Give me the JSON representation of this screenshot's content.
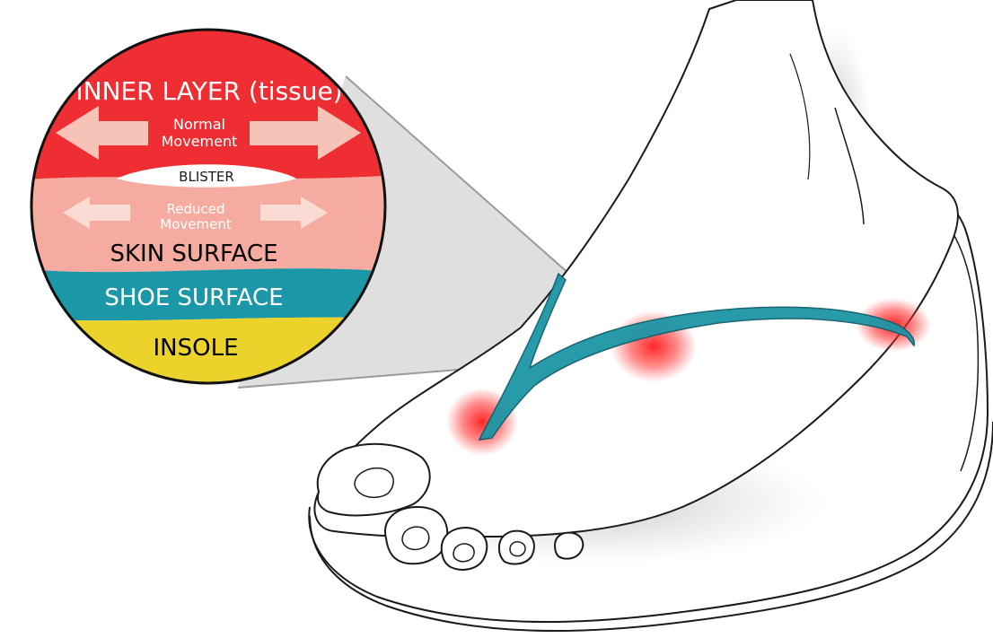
{
  "labels": {
    "inner_layer": "INNER LAYER (tissue)",
    "normal_movement_1": "Normal",
    "normal_movement_2": "Movement",
    "blister": "BLISTER",
    "reduced_movement_1": "Reduced",
    "reduced_movement_2": "Movement",
    "skin_surface": "SKIN SURFACE",
    "shoe_surface": "SHOE SURFACE",
    "insole": "INSOLE"
  },
  "colors": {
    "inner_layer": "#ee2e32",
    "skin_layer": "#f6aba0",
    "shoe_layer": "#1c97a8",
    "insole_layer": "#ecd32c",
    "arrow": "#f7c2b8",
    "strap": "#1d96a6",
    "hotspot": "#ff2020",
    "magnifier_cone": "#d6d6d6",
    "outline": "#1a1a1a"
  },
  "hotspots": [
    "strap-toe-post",
    "strap-instep",
    "strap-ankle-side"
  ]
}
